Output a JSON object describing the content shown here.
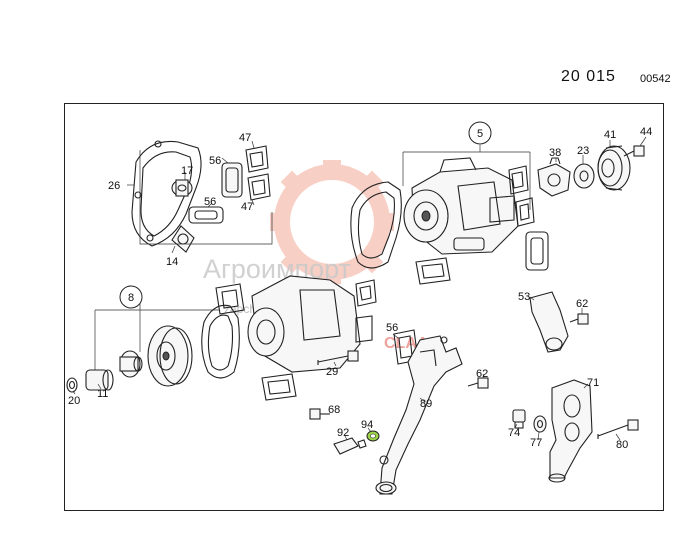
{
  "header": {
    "sheet_number": "20 015",
    "sheet_code": "00542"
  },
  "watermark": {
    "brand": "Агроимпорт",
    "url": "zapchasti.aaas.ru",
    "mark": "CLAAS",
    "gear_color": "#f08a70",
    "red_color": "#e0463a"
  },
  "highlight_color": "#9cd34a",
  "callouts": {
    "p5": "5",
    "p8": "8",
    "p11": "11",
    "p14": "14",
    "p17": "17",
    "p20": "20",
    "p23": "23",
    "p26": "26",
    "p29": "29",
    "p38": "38",
    "p41": "41",
    "p44": "44",
    "p47a": "47",
    "p47b": "47",
    "p53": "53",
    "p56a": "56",
    "p56b": "56",
    "p56c": "56",
    "p62a": "62",
    "p62b": "62",
    "p68": "68",
    "p71": "71",
    "p74": "74",
    "p77": "77",
    "p80": "80",
    "p89": "89",
    "p92": "92",
    "p94": "94"
  }
}
